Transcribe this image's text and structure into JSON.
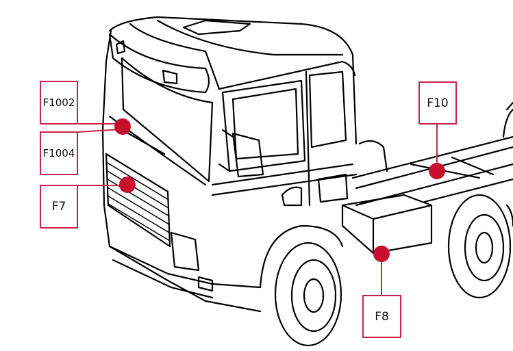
{
  "labels": {
    "f1002": "F1002",
    "f1004": "F1004",
    "f7": "F7",
    "f10": "F10",
    "f8": "F8"
  },
  "colors": {
    "accent": "#c8102e",
    "line": "#000000"
  }
}
